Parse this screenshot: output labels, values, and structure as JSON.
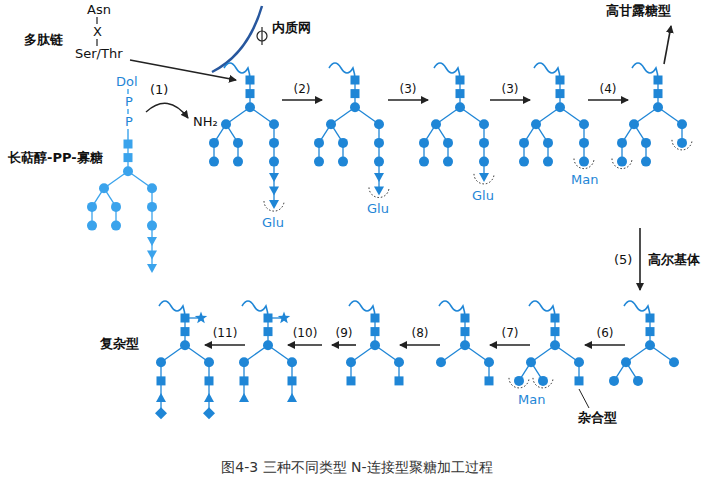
{
  "diagram": {
    "caption": "图4-3  三种不同类型 N-连接型聚糖加工过程",
    "labels": [
      "Asn",
      "X",
      "Ser/Thr",
      "多肽链",
      "内质网",
      "Dol",
      "P",
      "P",
      "长萜醇-PP-寡糖",
      "(1)",
      "NH₂",
      "(2)",
      "(3)",
      "(3)",
      "(4)",
      "Glu",
      "Glu",
      "Glu",
      "Man",
      "高甘露糖型",
      "(5)",
      "高尔基体",
      "(6)",
      "(7)",
      "(8)",
      "(9)",
      "(10)",
      "(11)",
      "Man",
      "杂合型",
      "复杂型"
    ]
  }
}
